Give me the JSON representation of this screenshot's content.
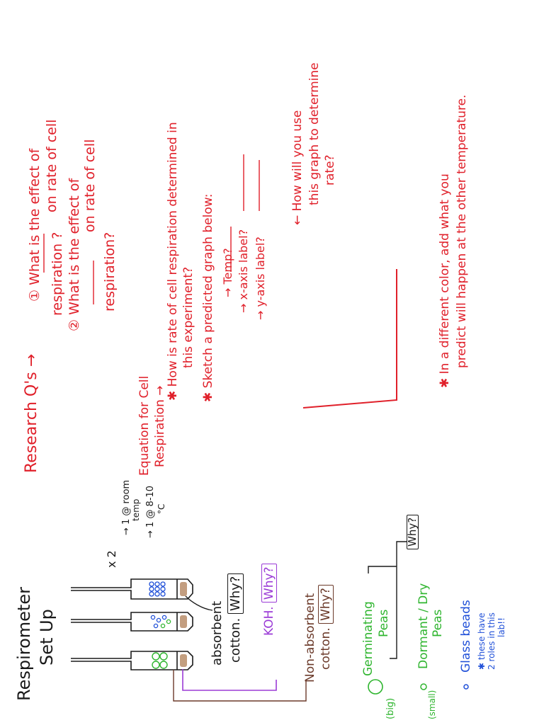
{
  "colors": {
    "red": "#e0202a",
    "black": "#1a1a1a",
    "green": "#2fb52f",
    "blue": "#1f4fd8",
    "purple": "#9b3bd6",
    "brown": "#6b3a2a"
  },
  "research": {
    "heading": "Research Q's →",
    "q1_num": "①",
    "q1_line1": "What is the effect of",
    "q1_line2": "on rate of cell",
    "q1_line3": "respiration ?",
    "q2_num": "②",
    "q2_line1": "What is the effect of",
    "q2_line2": "on rate of cell",
    "q2_line3": "respiration?"
  },
  "equation": {
    "line1": "Equation for Cell",
    "line2": "Respiration →"
  },
  "rate_question": {
    "line1": "✱ How is rate of cell respiration determined in",
    "line2": "this experiment?"
  },
  "sketch": {
    "line1": "✱ Sketch a predicted graph below:",
    "temp": "→ Temp?",
    "xaxis": "→ x-axis label?",
    "yaxis": "→ y-axis label?"
  },
  "graph_use": {
    "line1": "← How will you use",
    "line2": "this graph to determine",
    "line3": "rate?"
  },
  "different_color": {
    "line1": "✱ In a different color, add what you",
    "line2": "predict will happen at the other temperature."
  },
  "respirometer": {
    "title_line1": "Respirometer",
    "title_line2": "Set Up",
    "times2": "x 2",
    "room_temp": "→ 1 @ room",
    "room_temp2": "temp",
    "cold": "→ 1 @ 8-10",
    "cold_unit": "°C",
    "absorbent1": "absorbent",
    "absorbent2": "cotton.",
    "why": "Why?",
    "koh": "KOH.",
    "nonabs1": "Non-absorbent",
    "nonabs2": "cotton.",
    "germ1": "Germinating",
    "germ2": "Peas",
    "germ_size": "(big)",
    "dormant1": "Dormant / Dry",
    "dormant2": "Peas",
    "dormant_size": "(small)",
    "glass": "Glass beads",
    "glass_note1": "✱ these have",
    "glass_note2": "2 roles in this",
    "glass_note3": "lab!!"
  }
}
